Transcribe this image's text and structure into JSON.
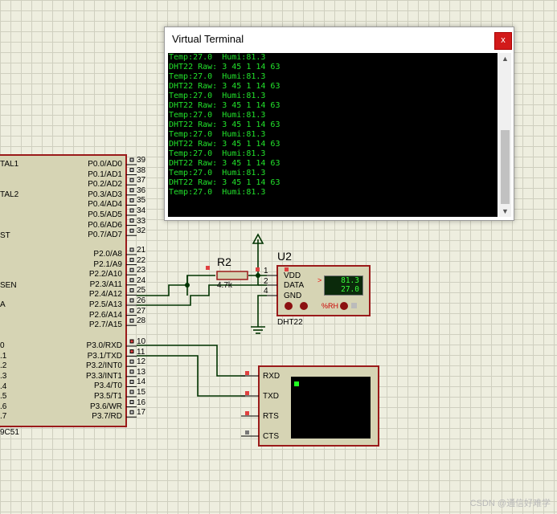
{
  "terminal": {
    "title": "Virtual Terminal",
    "close_glyph": "x",
    "lines": [
      "Temp:27.0  Humi:81.3",
      "DHT22 Raw: 3 45 1 14 63",
      "Temp:27.0  Humi:81.3",
      "DHT22 Raw: 3 45 1 14 63",
      "Temp:27.0  Humi:81.3",
      "DHT22 Raw: 3 45 1 14 63",
      "Temp:27.0  Humi:81.3",
      "DHT22 Raw: 3 45 1 14 63",
      "Temp:27.0  Humi:81.3",
      "DHT22 Raw: 3 45 1 14 63",
      "Temp:27.0  Humi:81.3",
      "DHT22 Raw: 3 45 1 14 63",
      "Temp:27.0  Humi:81.3",
      "DHT22 Raw: 3 45 1 14 63",
      "Temp:27.0  Humi:81.3"
    ],
    "text_color": "#22e12b"
  },
  "mcu": {
    "left_pins": [
      "TAL1",
      "TAL2",
      "ST",
      "SEN",
      "A",
      "",
      "0",
      ".1",
      ".2",
      ".3",
      ".4",
      ".5",
      ".6",
      ".7"
    ],
    "right_pins": [
      "P0.0/AD0",
      "P0.1/AD1",
      "P0.2/AD2",
      "P0.3/AD3",
      "P0.4/AD4",
      "P0.5/AD5",
      "P0.6/AD6",
      "P0.7/AD7",
      "P2.0/A8",
      "P2.1/A9",
      "P2.2/A10",
      "P2.3/A11",
      "P2.4/A12",
      "P2.5/A13",
      "P2.6/A14",
      "P2.7/A15",
      "P3.0/RXD",
      "P3.1/TXD",
      "P3.2/INT0",
      "P3.3/INT1",
      "P3.4/T0",
      "P3.5/T1",
      "P3.6/WR",
      "P3.7/RD"
    ],
    "right_pin_numbers": [
      "39",
      "38",
      "37",
      "36",
      "35",
      "34",
      "33",
      "32",
      "21",
      "22",
      "23",
      "24",
      "25",
      "26",
      "27",
      "28",
      "10",
      "11",
      "12",
      "13",
      "14",
      "15",
      "16",
      "17"
    ],
    "part_label": "9C51"
  },
  "resistor": {
    "ref": "R2",
    "value": "4.7k"
  },
  "sensor": {
    "ref": "U2",
    "part": "DHT22",
    "pins": [
      "VDD",
      "DATA",
      "GND"
    ],
    "pin_numbers": [
      "1",
      "2",
      "4"
    ],
    "humidity_display": "81.3",
    "temperature_display": "27.0",
    "unit_label": "%RH",
    "arrow_glyph": ">"
  },
  "uart_terminal": {
    "pins": [
      "RXD",
      "TXD",
      "RTS",
      "CTS"
    ]
  },
  "watermark": "CSDN @通信好难学",
  "colors": {
    "wire": "#003300",
    "component_body": "#d6d4b4",
    "component_border": "#9a1a1a",
    "pin_red": "#e04040"
  }
}
